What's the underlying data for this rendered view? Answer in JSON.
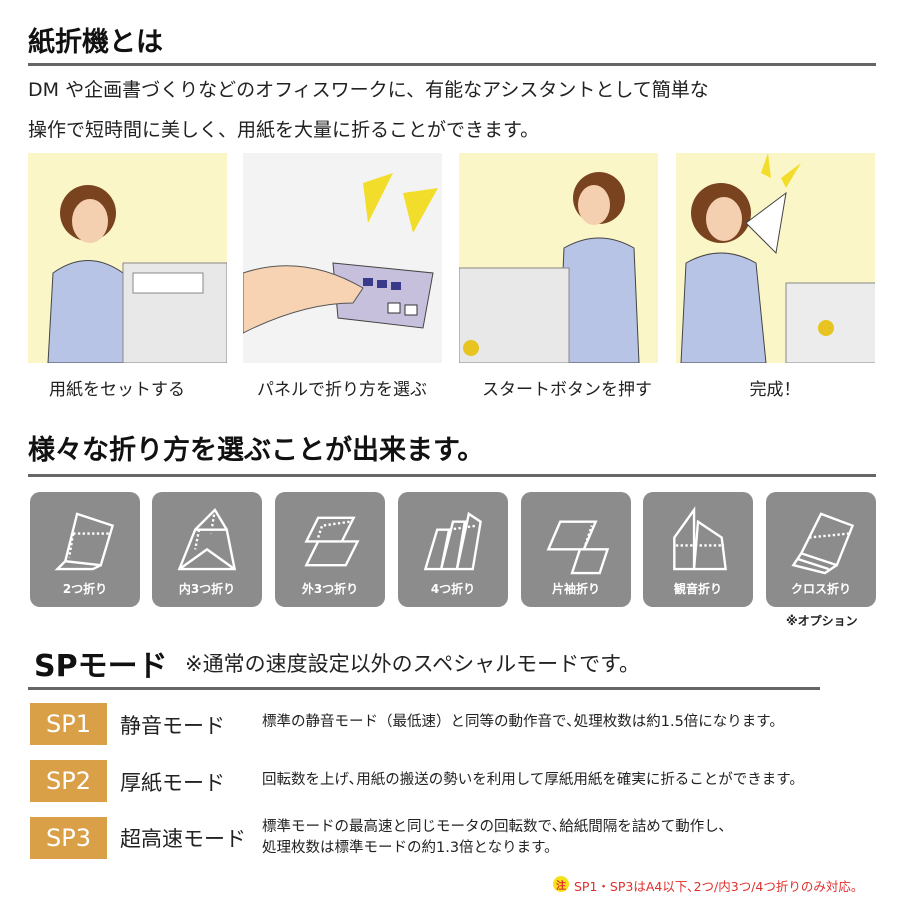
{
  "title": "紙折機とは",
  "intro": [
    "DM や企画書づくりなどのオフィスワークに、有能なアシスタントとして簡単な",
    "操作で短時間に美しく、用紙を大量に折ることができます。"
  ],
  "steps": [
    {
      "label": "用紙をセットする"
    },
    {
      "label": "パネルで折り方を選ぶ"
    },
    {
      "label": "スタートボタンを押す"
    },
    {
      "label": "完成！"
    }
  ],
  "section2_title": "様々な折り方を選ぶことが出来ます。",
  "folds": [
    {
      "label": "2つ折り"
    },
    {
      "label": "内3つ折り"
    },
    {
      "label": "外3つ折り"
    },
    {
      "label": "4つ折り"
    },
    {
      "label": "片袖折り"
    },
    {
      "label": "観音折り"
    },
    {
      "label": "クロス折り"
    }
  ],
  "option_note": "※オプション",
  "sp_title": "SPモード",
  "sp_subtitle": "※通常の速度設定以外のスペシャルモードです。",
  "modes": [
    {
      "code": "SP1",
      "name": "静音モード",
      "desc": [
        "標準の静音モード（最低速）と同等の動作音で､処理枚数は約1.5倍になります。"
      ]
    },
    {
      "code": "SP2",
      "name": "厚紙モード",
      "desc": [
        "回転数を上げ､用紙の搬送の勢いを利用して厚紙用紙を確実に折ることができます。"
      ]
    },
    {
      "code": "SP3",
      "name": "超高速モード",
      "desc": [
        "標準モードの最高速と同じモータの回転数で､給紙間隔を詰めて動作し､",
        "処理枚数は標準モードの約1.3倍となります。"
      ]
    }
  ],
  "note_icon": "注",
  "note": "SP1・SP3はA4以下､2つ/内3つ/4つ折りのみ対応。",
  "colors": {
    "badge": "#d9a048",
    "card": "#8c8c8c",
    "note": "#e0302c",
    "illustration_bg": "#fbf6c8"
  }
}
